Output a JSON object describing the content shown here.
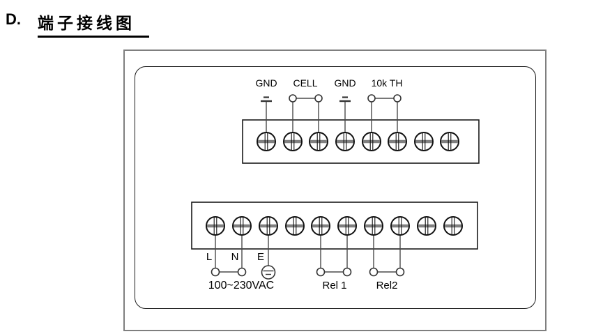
{
  "title": {
    "letter": "D.",
    "text": "端子接线图"
  },
  "diagram": {
    "top_block": {
      "terminal_count": 8,
      "labels": [
        "GND",
        "CELL",
        "GND",
        "10k TH"
      ]
    },
    "bottom_block": {
      "terminal_count": 10,
      "pin_labels": [
        "L",
        "N",
        "E"
      ],
      "supply_label": "100~230VAC",
      "relay_labels": [
        "Rel 1",
        "Rel2"
      ]
    }
  }
}
